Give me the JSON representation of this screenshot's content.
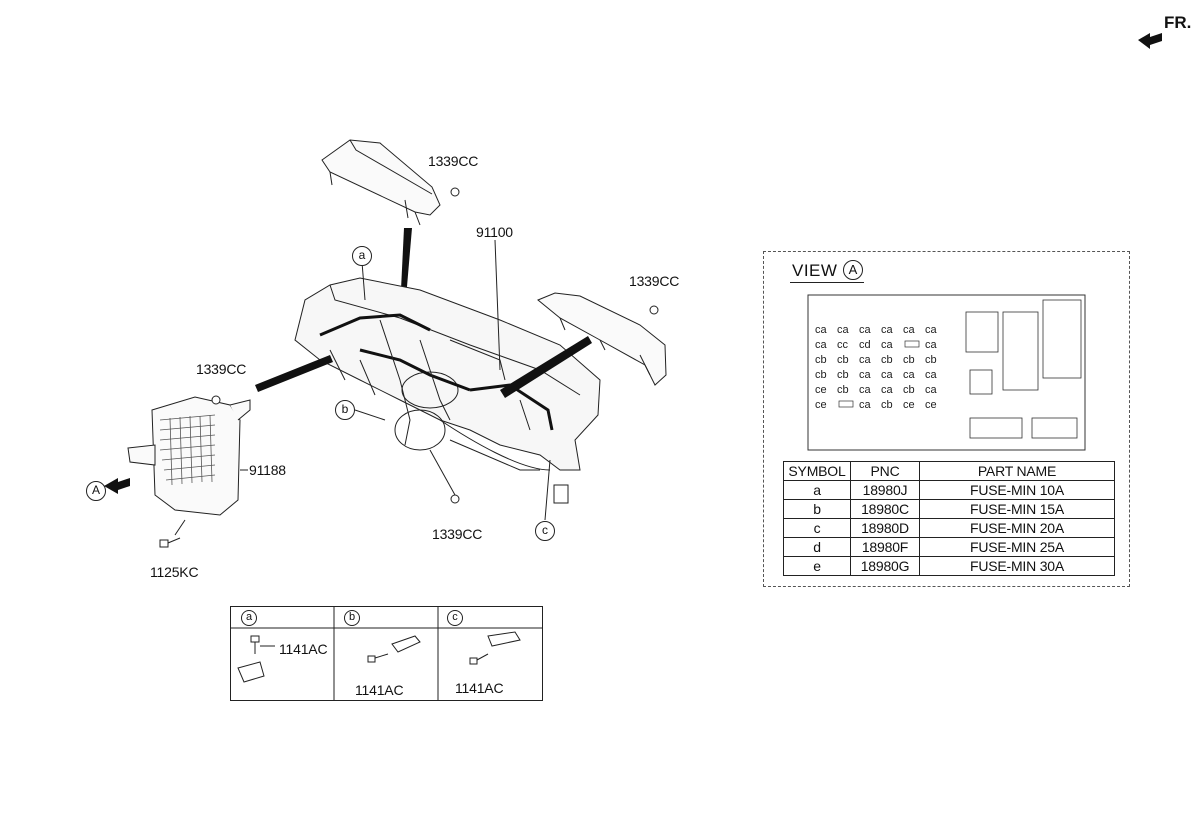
{
  "orientation": {
    "label": "FR."
  },
  "callouts": {
    "c1": "1339CC",
    "c2": "91100",
    "c3": "1339CC",
    "c4": "1339CC",
    "c5": "91188",
    "c6": "1339CC",
    "c7": "1125KC"
  },
  "markers": {
    "a": "a",
    "b": "b",
    "c": "c",
    "view_ref": "A"
  },
  "view": {
    "title": "VIEW",
    "ref": "A"
  },
  "fuse_table": {
    "headers": [
      "SYMBOL",
      "PNC",
      "PART NAME"
    ],
    "rows": [
      [
        "a",
        "18980J",
        "FUSE-MIN 10A"
      ],
      [
        "b",
        "18980C",
        "FUSE-MIN 15A"
      ],
      [
        "c",
        "18980D",
        "FUSE-MIN 20A"
      ],
      [
        "d",
        "18980F",
        "FUSE-MIN 25A"
      ],
      [
        "e",
        "18980G",
        "FUSE-MIN 30A"
      ]
    ]
  },
  "details": [
    {
      "tag": "a",
      "part": "1141AC"
    },
    {
      "tag": "b",
      "part": "1141AC"
    },
    {
      "tag": "c",
      "part": "1141AC"
    }
  ],
  "fuse_panel": {
    "rows": [
      [
        "a",
        "a",
        "a",
        "a",
        "a",
        "a"
      ],
      [
        "a",
        "c",
        "d",
        "a",
        "",
        "a"
      ],
      [
        "b",
        "b",
        "a",
        "b",
        "b",
        "b"
      ],
      [
        "b",
        "b",
        "a",
        "a",
        "a",
        "a"
      ],
      [
        "e",
        "b",
        "a",
        "a",
        "b",
        "a"
      ],
      [
        "e",
        "",
        "a",
        "b",
        "e",
        "e"
      ]
    ]
  }
}
